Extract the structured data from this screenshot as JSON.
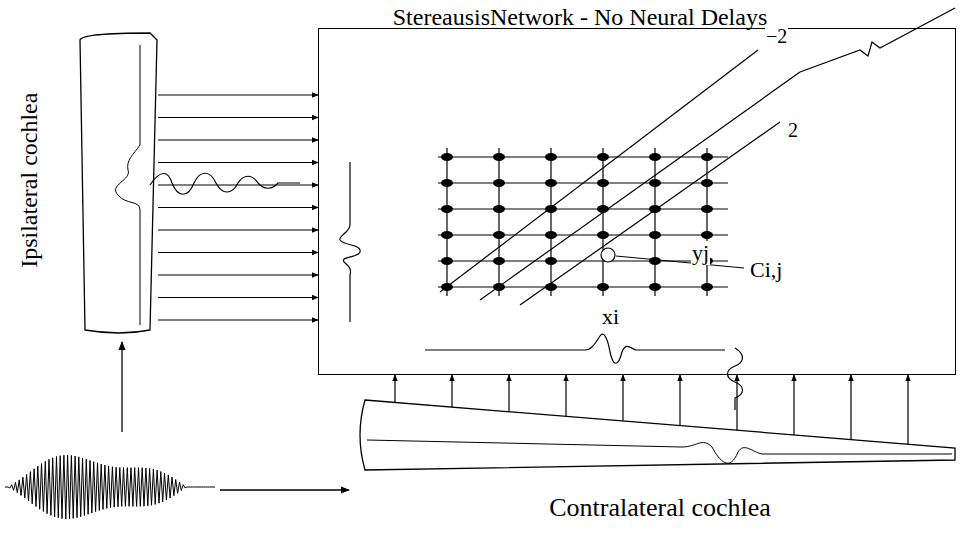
{
  "diagram": {
    "title": "StereausisNetwork - No Neural Delays",
    "nodes": [
      {
        "text": [
          "Ipsilateral cochlea"
        ]
      },
      {
        "text": [
          "Contralateral cochlea"
        ]
      },
      {
        "text": [
          "yj",
          "xi",
          "Ci,j",
          "−2",
          "2"
        ]
      }
    ],
    "edges": [
      {
        "from": 0,
        "to": 2,
        "arrow": "to"
      },
      {
        "from": 1,
        "to": 2,
        "arrow": "to"
      }
    ]
  }
}
